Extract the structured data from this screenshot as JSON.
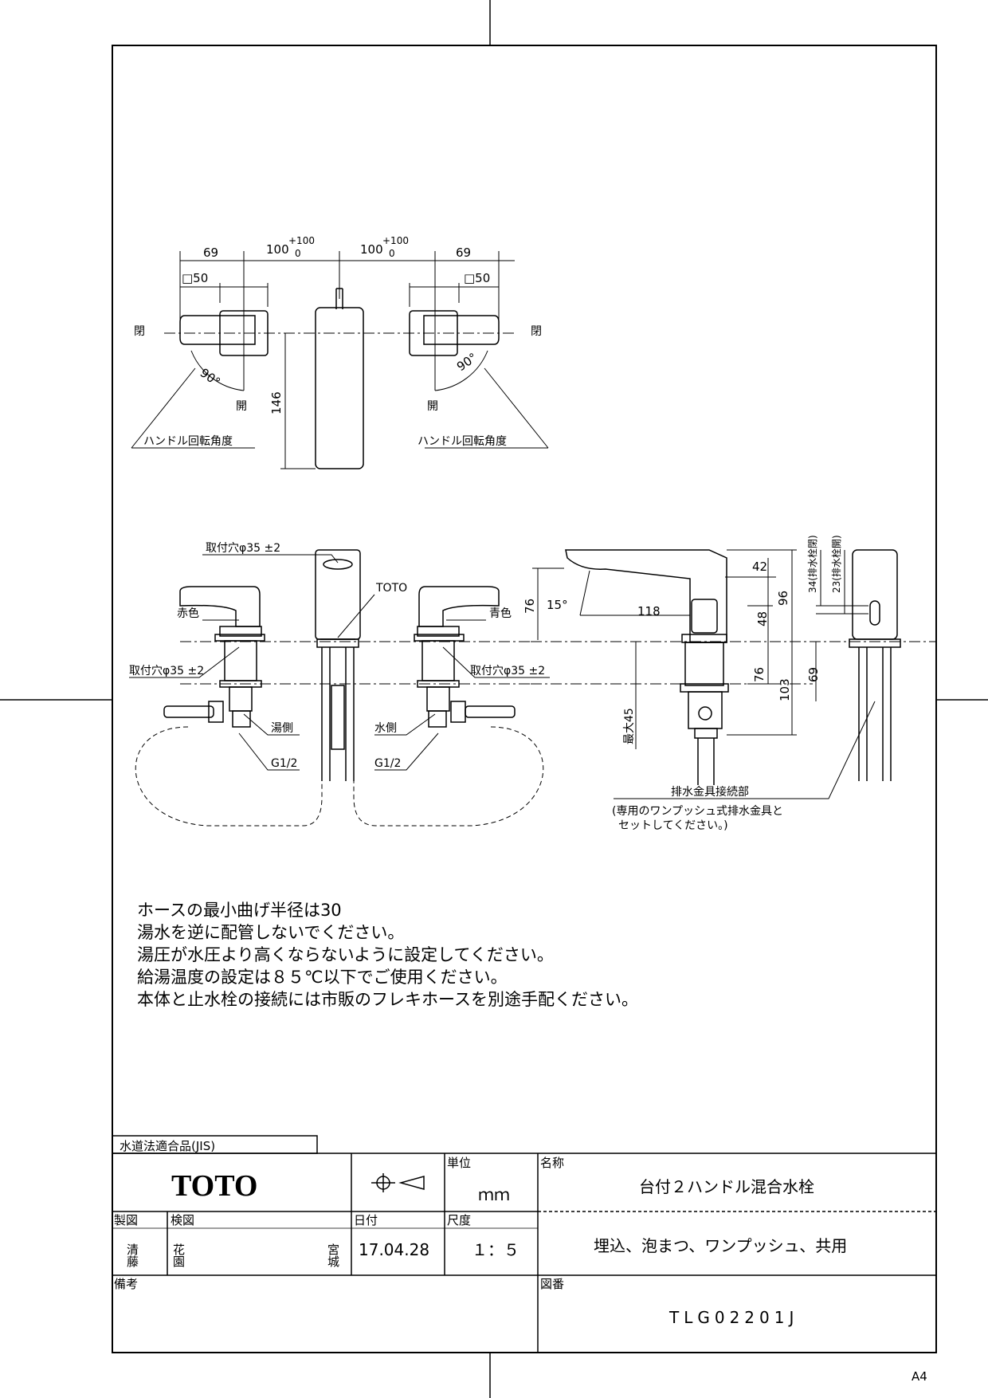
{
  "notes": [
    "ホースの最小曲げ半径は30",
    "湯水を逆に配管しないでください。",
    "湯圧が水圧より高くならないように設定してください。",
    "給湯温度の設定は８５℃以下でご使用ください。",
    "本体と止水栓の接続には市販のフレキホースを別途手配ください。"
  ],
  "top_view": {
    "dim_69_left": "69",
    "dim_69_right": "69",
    "dim_100": "100",
    "tol_plus": "+100",
    "tol_zero": "0",
    "dim_sq50": "□50",
    "dim_146": "146",
    "angle": "90°",
    "close_label": "閉",
    "open_label": "開",
    "rotation_label": "ハンドル回転角度"
  },
  "front_view": {
    "mount_hole": "取付穴φ35 ±2",
    "brand": "TOTO",
    "red": "赤色",
    "blue": "青色",
    "hot_side": "湯側",
    "cold_side": "水側",
    "thread": "G1/2"
  },
  "side_view": {
    "d42": "42",
    "d96": "96",
    "d48": "48",
    "d76a": "76",
    "d15": "15°",
    "d118": "118",
    "d76b": "76",
    "d103": "103",
    "d69": "69",
    "max45": "最大45",
    "drain_closed": "34(排水栓閉)",
    "drain_open": "23(排水栓開)",
    "drain_conn": "排水金具接続部",
    "drain_note1": "(専用のワンプッシュ式排水金具と",
    "drain_note2": "セットしてください。)"
  },
  "title_block": {
    "jis": "水道法適合品(JIS)",
    "logo": "TOTO",
    "unit_label": "単位",
    "unit_value": "ｍｍ",
    "name_label": "名称",
    "name_value": "台付２ハンドル混合水栓",
    "name_sub": "埋込、泡まつ、ワンプッシュ、共用",
    "drawn_label": "製図",
    "drawn_value": "清藤",
    "check_label": "検図",
    "check_value1": "花園",
    "check_value2": "宮城",
    "date_label": "日付",
    "date_value": "17.04.28",
    "scale_label": "尺度",
    "scale_value": "１：５",
    "remarks_label": "備考",
    "dwg_label": "図番",
    "dwg_value": "TLG02201J"
  },
  "paper_size": "A4"
}
